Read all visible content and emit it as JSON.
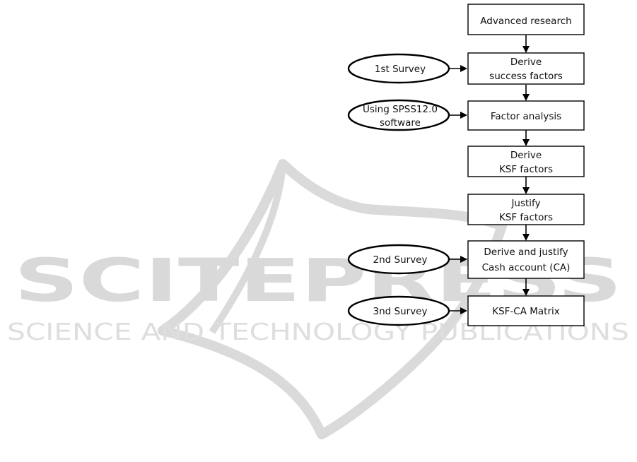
{
  "watermark": {
    "title": "SCITEPRESS",
    "subtitle": "SCIENCE AND TECHNOLOGY PUBLICATIONS"
  },
  "flow": {
    "steps": [
      {
        "lines": [
          "Advanced research"
        ]
      },
      {
        "lines": [
          "Derive",
          "success factors"
        ]
      },
      {
        "lines": [
          "Factor analysis"
        ]
      },
      {
        "lines": [
          "Derive",
          "KSF factors"
        ]
      },
      {
        "lines": [
          "Justify",
          "KSF factors"
        ]
      },
      {
        "lines": [
          "Derive and justify",
          "Cash account (CA)"
        ]
      },
      {
        "lines": [
          "KSF-CA Matrix"
        ]
      }
    ],
    "inputs": [
      {
        "lines": [
          "1st  Survey"
        ]
      },
      {
        "lines": [
          "Using SPSS12.0",
          "software"
        ]
      },
      {
        "lines": [
          "2nd  Survey"
        ]
      },
      {
        "lines": [
          "3nd  Survey"
        ]
      }
    ]
  },
  "colors": {
    "stroke": "#000000",
    "watermark": "#d9d9d9"
  }
}
